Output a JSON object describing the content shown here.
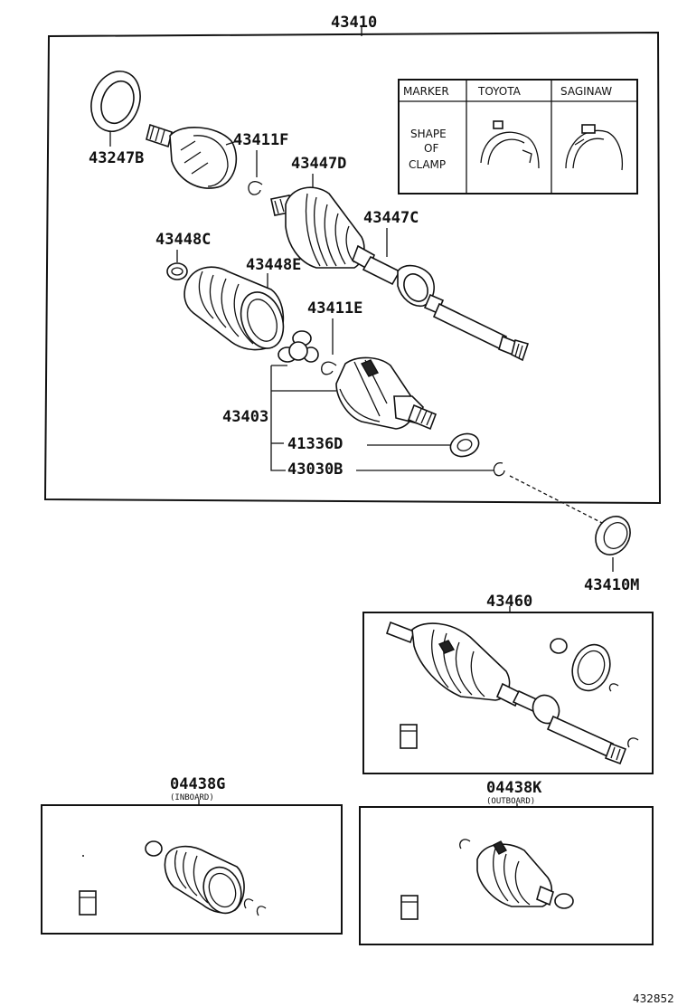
{
  "labels": {
    "main_assembly": "43410",
    "outer_bearing": "43247B",
    "snap_ring_f": "43411F",
    "boot_d": "43447D",
    "boot_c": "43447C",
    "clamp_c": "43448C",
    "clamp_e": "43448E",
    "snap_ring_e": "43411E",
    "inboard_joint": "43403",
    "oil_seal": "41336D",
    "ring_b": "43030B",
    "dust_deflector": "43410M",
    "shaft_assembly": "43460",
    "boot_kit_inboard": "04438G",
    "boot_kit_inboard_note": "(INBOARD)",
    "boot_kit_outboard": "04438K",
    "boot_kit_outboard_note": "(OUTBOARD)",
    "figure_number": "432852"
  },
  "marker_table": {
    "headers": [
      "MARKER",
      "TOYOTA",
      "SAGINAW"
    ],
    "row_label_lines": [
      "SHAPE",
      "OF",
      "CLAMP"
    ]
  }
}
